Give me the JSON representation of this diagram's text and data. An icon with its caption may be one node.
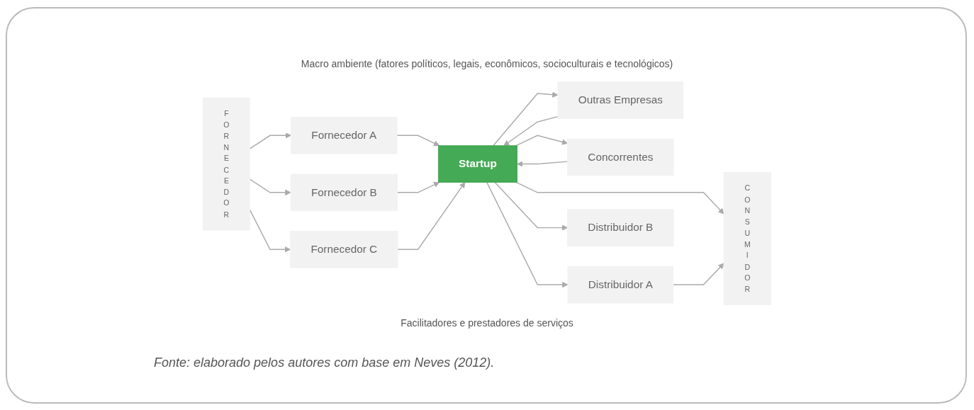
{
  "diagram": {
    "caption": "Fonte: elaborado pelos autores com base em Neves (2012).",
    "nodes": [
      {
        "text": [
          "FORNECEDOR"
        ]
      },
      {
        "text": [
          "Fornecedor A"
        ]
      },
      {
        "text": [
          "Fornecedor B"
        ]
      },
      {
        "text": [
          "Fornecedor C"
        ]
      },
      {
        "text": [
          "Outras Empresas"
        ]
      },
      {
        "text": [
          "Startup"
        ]
      },
      {
        "text": [
          "Concorrentes"
        ]
      },
      {
        "text": [
          "Distribuidor A"
        ]
      },
      {
        "text": [
          "Distribuidor B"
        ]
      },
      {
        "text": [
          "CONSUMIDOR"
        ]
      }
    ],
    "edges": [
      {
        "from": 0,
        "to": 1,
        "arrow": "to"
      },
      {
        "from": 0,
        "to": 2,
        "arrow": "to"
      },
      {
        "from": 0,
        "to": 3,
        "arrow": "to"
      },
      {
        "from": 1,
        "to": 5,
        "arrow": "to"
      },
      {
        "from": 2,
        "to": 5,
        "arrow": "to"
      },
      {
        "from": 3,
        "to": 5,
        "arrow": "to"
      },
      {
        "from": 5,
        "to": 4,
        "arrow": "to"
      },
      {
        "from": 4,
        "to": 5,
        "arrow": "to"
      },
      {
        "from": 6,
        "to": 5,
        "arrow": "to"
      },
      {
        "from": 5,
        "to": 6,
        "arrow": "to"
      },
      {
        "from": 5,
        "to": 7,
        "arrow": "to"
      },
      {
        "from": 5,
        "to": 8,
        "arrow": "to"
      },
      {
        "from": 5,
        "to": 9,
        "arrow": "to"
      },
      {
        "from": 7,
        "to": 9,
        "arrow": "to"
      }
    ],
    "labels": [
      "Macro ambiente (fatores políticos, legais, econômicos, socioculturais e tecnológicos)",
      "Facilitadores e prestadores de serviços"
    ]
  }
}
